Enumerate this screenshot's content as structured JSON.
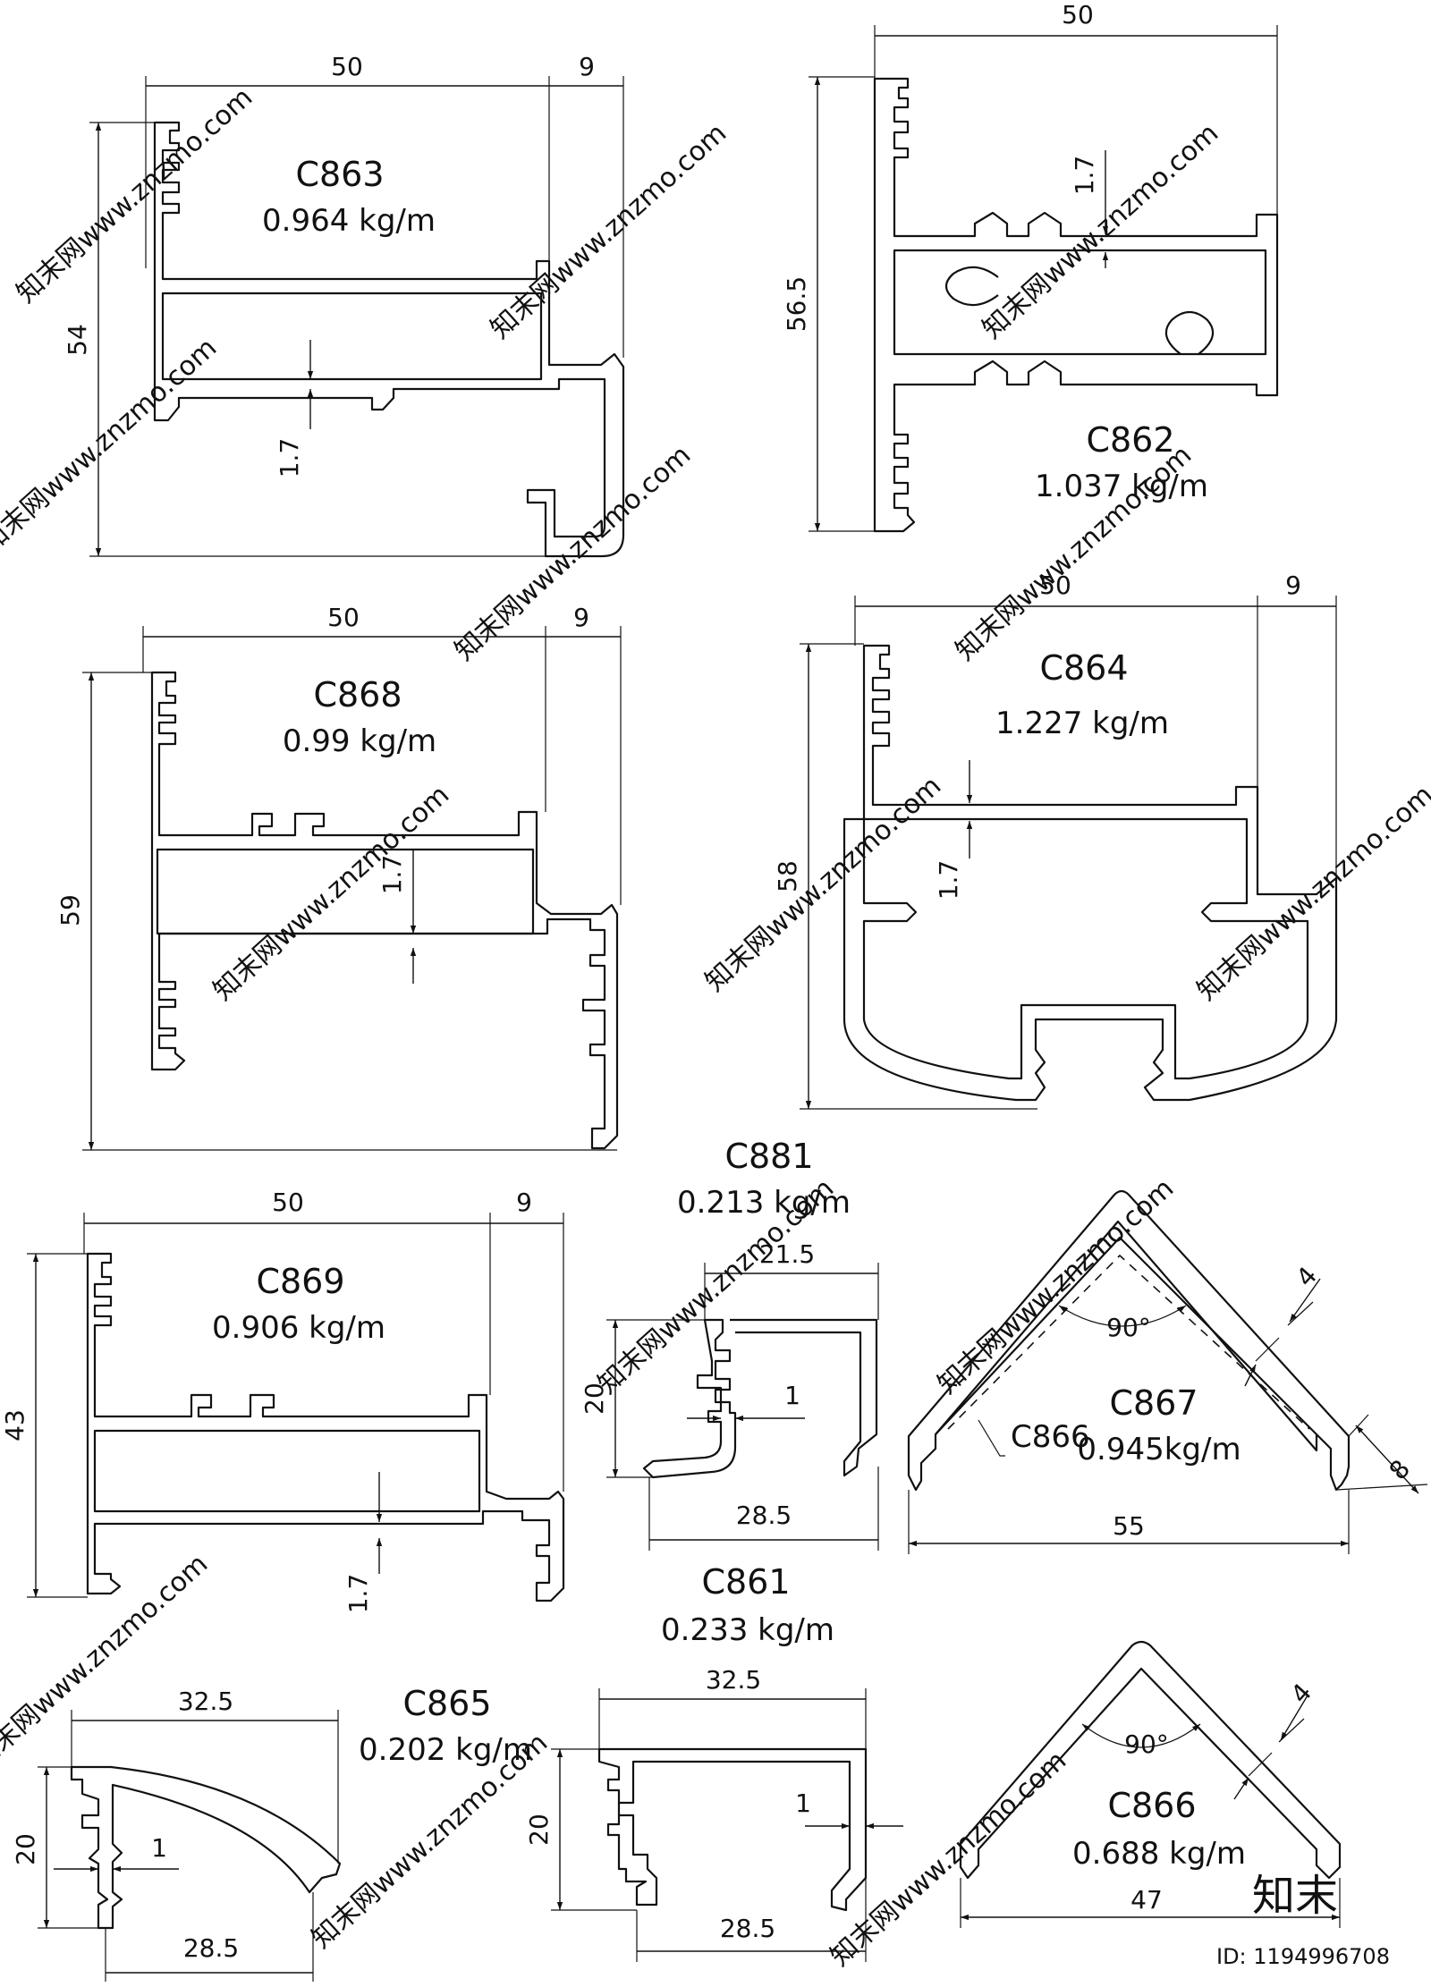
{
  "watermark": {
    "text": "知末网www.znzmo.com",
    "logo": "知末",
    "id": "ID: 1194996708"
  },
  "profiles": [
    {
      "key": "c863",
      "code": "C863",
      "weight": "0.964 kg/m",
      "dims": {
        "width": "50",
        "lip": "9",
        "height": "54",
        "wall": "1.7"
      }
    },
    {
      "key": "c862",
      "code": "C862",
      "weight": "1.037 kg/m",
      "dims": {
        "width": "50",
        "height": "56.5",
        "wall": "1.7"
      }
    },
    {
      "key": "c868",
      "code": "C868",
      "weight": "0.99 kg/m",
      "dims": {
        "width": "50",
        "lip": "9",
        "height": "59",
        "wall": "1.7"
      }
    },
    {
      "key": "c864",
      "code": "C864",
      "weight": "1.227 kg/m",
      "dims": {
        "width": "50",
        "lip": "9",
        "height": "58",
        "wall": "1.7"
      }
    },
    {
      "key": "c869",
      "code": "C869",
      "weight": "0.906 kg/m",
      "dims": {
        "width": "50",
        "lip": "9",
        "height": "43",
        "wall": "1.7"
      }
    },
    {
      "key": "c881",
      "code": "C881",
      "weight": "0.213 kg/m",
      "dims": {
        "top": "21.5",
        "height": "20",
        "wall": "1",
        "bottom": "28.5"
      }
    },
    {
      "key": "c867",
      "code": "C867",
      "weight": "0.945kg/m",
      "dims": {
        "angle": "90°",
        "thick": "4",
        "leg": "8",
        "base": "55"
      },
      "callout": "C866"
    },
    {
      "key": "c865",
      "code": "C865",
      "weight": "0.202 kg/m",
      "dims": {
        "top": "32.5",
        "height": "20",
        "wall": "1",
        "bottom": "28.5"
      }
    },
    {
      "key": "c861",
      "code": "C861",
      "weight": "0.233 kg/m",
      "dims": {
        "top": "32.5",
        "height": "20",
        "wall": "1",
        "bottom": "28.5"
      }
    },
    {
      "key": "c866",
      "code": "C866",
      "weight": "0.688 kg/m",
      "dims": {
        "angle": "90°",
        "thick": "4",
        "base": "47"
      }
    }
  ]
}
